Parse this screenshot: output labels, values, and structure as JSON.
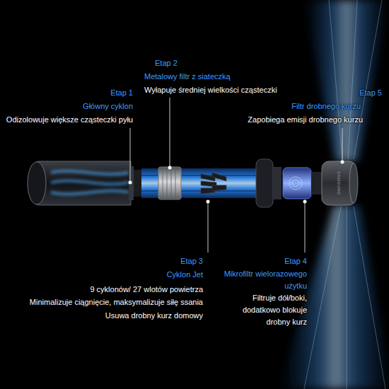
{
  "diagram": {
    "labels": [
      "Etap 2",
      "Metalowy filtr z siateczką",
      "Wyłapuje średniej wielkości cząsteczki",
      "Etap 1",
      "Główny cyklon",
      "Odizolowuje większe cząsteczki pyłu",
      "Etap 5",
      "Filtr drobnego kurzu",
      "Zapobiega emisji drobnego kurzu",
      "Etap 3",
      "Cyklon Jet",
      "9 cyklonów/ 27 wlotów powietrza",
      "Minimalizuje ciągnięcie, maksymalizuje siłę ssania",
      "Usuwa drobny kurz domowy",
      "Etap 4",
      "Mikrofiltr wielorazowego użytku",
      "Filtruje dół/boki, dodatkowo blokuje drobny kurz",
      "SAMSUNG"
    ]
  }
}
